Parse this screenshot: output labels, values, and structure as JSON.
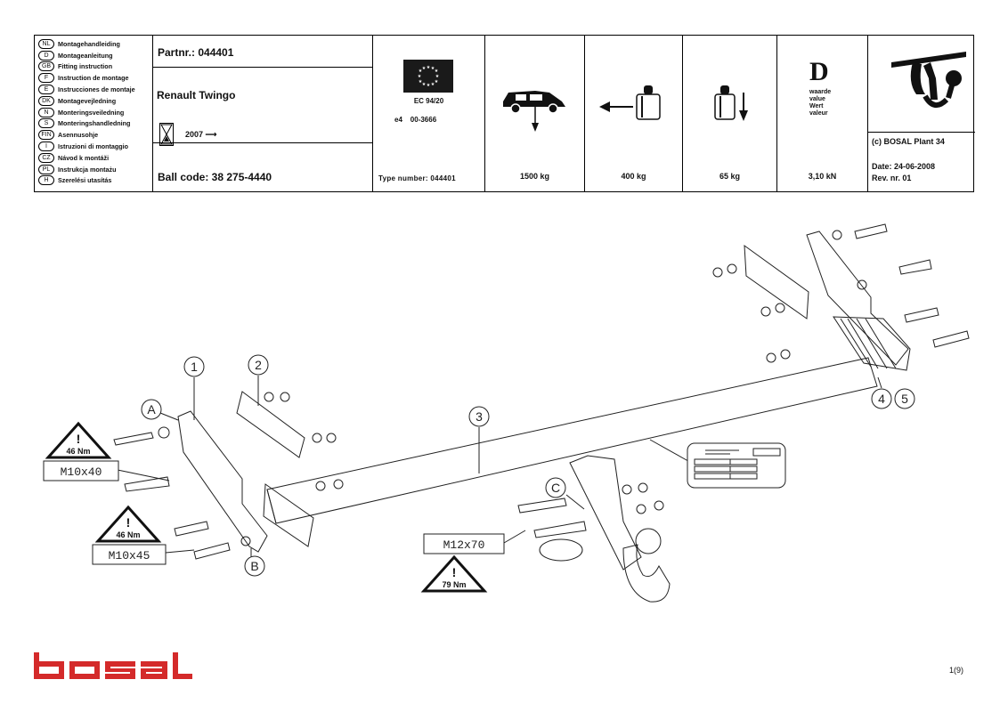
{
  "languages": [
    {
      "code": "NL",
      "label": "Montagehandleiding"
    },
    {
      "code": "D",
      "label": "Montageanleitung"
    },
    {
      "code": "GB",
      "label": "Fitting instruction"
    },
    {
      "code": "F",
      "label": "Instruction de montage"
    },
    {
      "code": "E",
      "label": "Instrucciones de montaje"
    },
    {
      "code": "DK",
      "label": "Montagevejledning"
    },
    {
      "code": "N",
      "label": "Monteringsveiledning"
    },
    {
      "code": "S",
      "label": "Monteringshandledning"
    },
    {
      "code": "FIN",
      "label": "Asennusohje"
    },
    {
      "code": "I",
      "label": "Istruzioni di montaggio"
    },
    {
      "code": "CZ",
      "label": "Návod k montáži"
    },
    {
      "code": "PL",
      "label": "Instrukcja montażu"
    },
    {
      "code": "H",
      "label": "Szerelési utasítás"
    }
  ],
  "header": {
    "partnr": "Partnr.: 044401",
    "model": "Renault Twingo",
    "year": "2007",
    "ball_code": "Ball code: 38 275-4440",
    "ec_approval": "EC 94/20",
    "e4": "e4",
    "approval_number": "00-3666",
    "type_number": "Type number:  044401",
    "max_trailer_weight": "1500 kg",
    "unbraked_weight": "400 kg",
    "vertical_load": "65 kg",
    "d_symbol": "D",
    "d_labels": [
      "waarde",
      "value",
      "Wert",
      "valeur"
    ],
    "d_value": "3,10 kN",
    "copyright": "(c) BOSAL Plant 34",
    "date": "Date: 24-06-2008",
    "revision": "Rev. nr.  01"
  },
  "drawing": {
    "callouts": [
      "1",
      "2",
      "3",
      "4",
      "5",
      "A",
      "B",
      "C"
    ],
    "bolt_labels": [
      "M10x40",
      "M10x45",
      "M12x70"
    ],
    "torques": [
      "46 Nm",
      "46 Nm",
      "79 Nm"
    ]
  },
  "footer": {
    "brand": "bosal",
    "page": "1(9)"
  }
}
